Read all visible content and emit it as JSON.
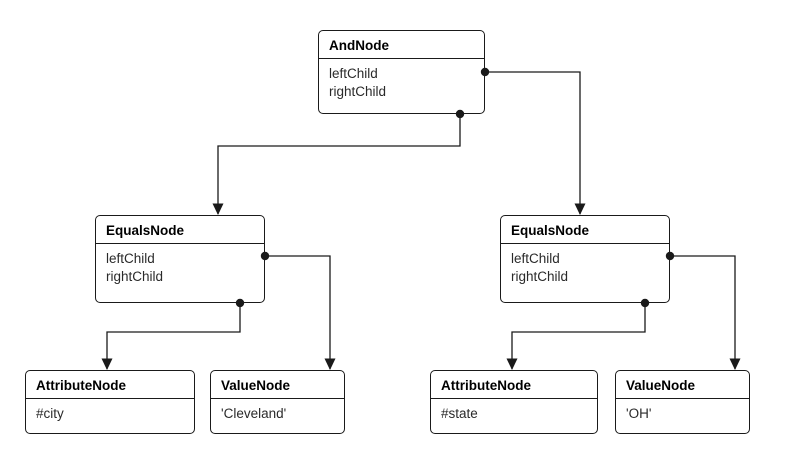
{
  "diagram": {
    "nodes": {
      "and": {
        "title": "AndNode",
        "fields": [
          "leftChild",
          "rightChild"
        ]
      },
      "equals_left": {
        "title": "EqualsNode",
        "fields": [
          "leftChild",
          "rightChild"
        ]
      },
      "equals_right": {
        "title": "EqualsNode",
        "fields": [
          "leftChild",
          "rightChild"
        ]
      },
      "attr_city": {
        "title": "AttributeNode",
        "fields": [
          "#city"
        ]
      },
      "value_cleveland": {
        "title": "ValueNode",
        "fields": [
          "'Cleveland'"
        ]
      },
      "attr_state": {
        "title": "AttributeNode",
        "fields": [
          "#state"
        ]
      },
      "value_oh": {
        "title": "ValueNode",
        "fields": [
          "'OH'"
        ]
      }
    },
    "edges": [
      {
        "from": "AndNode",
        "to": "EqualsNode (left)"
      },
      {
        "from": "AndNode",
        "to": "EqualsNode (right)"
      },
      {
        "from": "EqualsNode (left)",
        "to": "AttributeNode #city"
      },
      {
        "from": "EqualsNode (left)",
        "to": "ValueNode 'Cleveland'"
      },
      {
        "from": "EqualsNode (right)",
        "to": "AttributeNode #state"
      },
      {
        "from": "EqualsNode (right)",
        "to": "ValueNode 'OH'"
      }
    ],
    "colors": {
      "border": "#1a1a1a",
      "connector": "#1a1a1a",
      "background": "#ffffff"
    }
  }
}
